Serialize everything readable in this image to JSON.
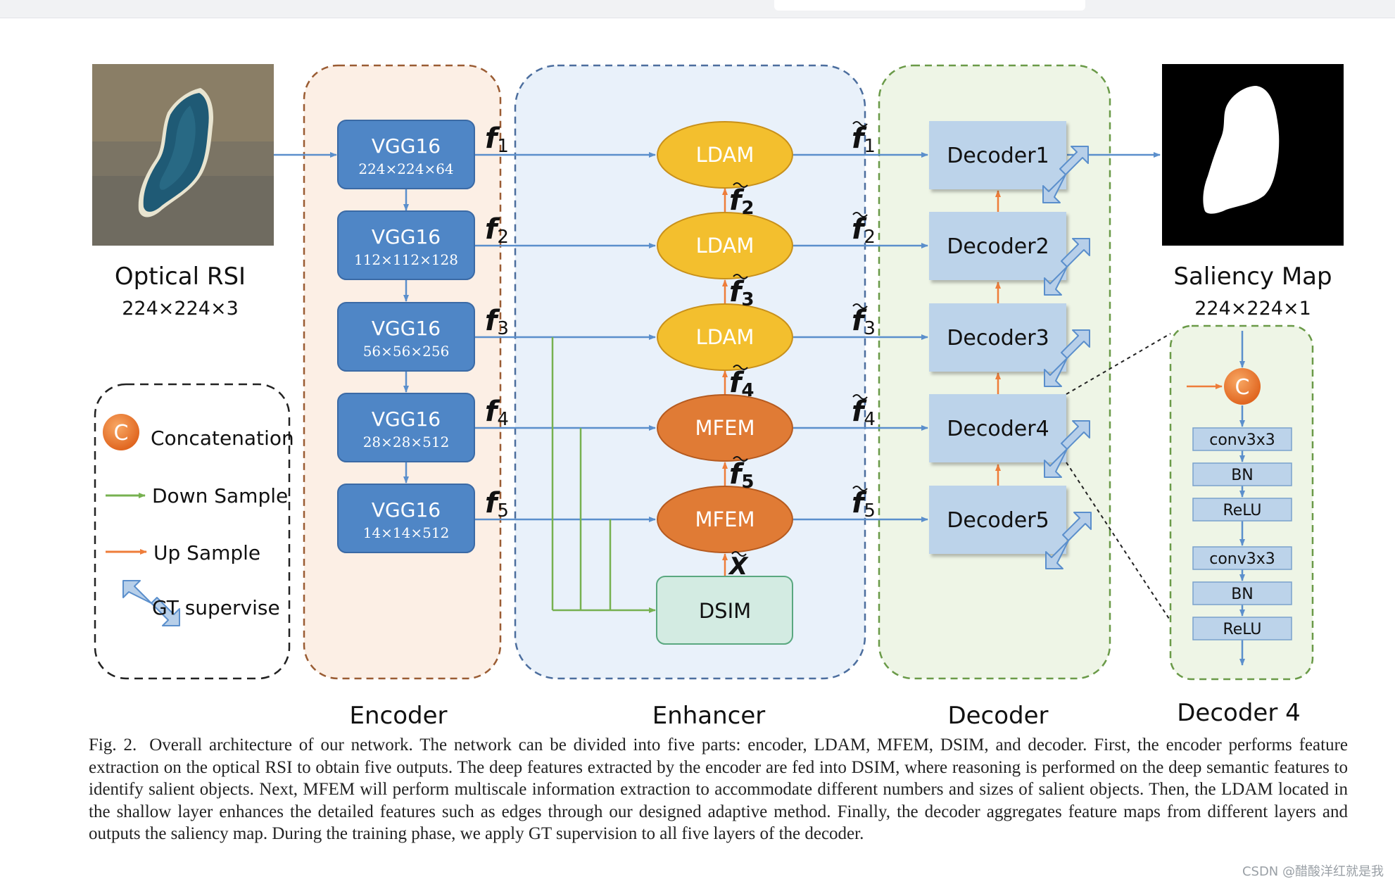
{
  "optical_rsi": {
    "label": "Optical RSI",
    "size": "224×224×3"
  },
  "saliency_map": {
    "label": "Saliency Map",
    "size": "224×224×1"
  },
  "encoder": {
    "title": "Encoder",
    "blocks": [
      {
        "name": "VGG16",
        "size": "224×224×64"
      },
      {
        "name": "VGG16",
        "size": "112×112×128"
      },
      {
        "name": "VGG16",
        "size": "56×56×256"
      },
      {
        "name": "VGG16",
        "size": "28×28×512"
      },
      {
        "name": "VGG16",
        "size": "14×14×512"
      }
    ],
    "features": [
      "1",
      "2",
      "3",
      "4",
      "5"
    ]
  },
  "enhancer": {
    "title": "Enhancer",
    "modules": [
      "LDAM",
      "LDAM",
      "LDAM",
      "MFEM",
      "MFEM"
    ],
    "dsim": "DSIM",
    "enhanced_subscripts": [
      "2",
      "3",
      "4",
      "5"
    ],
    "x_label": "X"
  },
  "decoder": {
    "title": "Decoder",
    "blocks": [
      "Decoder1",
      "Decoder2",
      "Decoder3",
      "Decoder4",
      "Decoder5"
    ],
    "feature_subscripts": [
      "1",
      "2",
      "3",
      "4",
      "5"
    ]
  },
  "decoder4_detail": {
    "title": "Decoder 4",
    "concat": "C",
    "layers": [
      "conv3x3",
      "BN",
      "ReLU",
      "conv3x3",
      "BN",
      "ReLU"
    ]
  },
  "legend": {
    "concat_symbol": "C",
    "items": [
      "Concatenation",
      "Down Sample",
      "Up Sample",
      "GT supervise"
    ]
  },
  "caption": {
    "label": "Fig. 2.",
    "text": "Overall architecture of our network. The network can be divided into five parts: encoder, LDAM, MFEM, DSIM, and decoder. First, the encoder performs feature extraction on the optical RSI to obtain five outputs. The deep features extracted by the encoder are fed into DSIM, where reasoning is performed on the deep semantic features to identify salient objects. Next, MFEM will perform multiscale information extraction to accommodate different numbers and sizes of salient objects. Then, the LDAM located in the shallow layer enhances the detailed features such as edges through our designed adaptive method. Finally, the decoder aggregates feature maps from different layers and outputs the saliency map. During the training phase, we apply GT supervision to all five layers of the decoder."
  },
  "watermark": "CSDN @醋酸洋红就是我",
  "colors": {
    "vgg_fill": "#4f86c6",
    "ldam_fill": "#f3bf2e",
    "mfem_fill": "#e07b35",
    "dsim_fill": "#d3ebe2",
    "decoder_fill": "#bcd3ea",
    "arrow_blue": "#5b8fcc",
    "arrow_green": "#77b150",
    "arrow_orange": "#ee7d3a"
  }
}
